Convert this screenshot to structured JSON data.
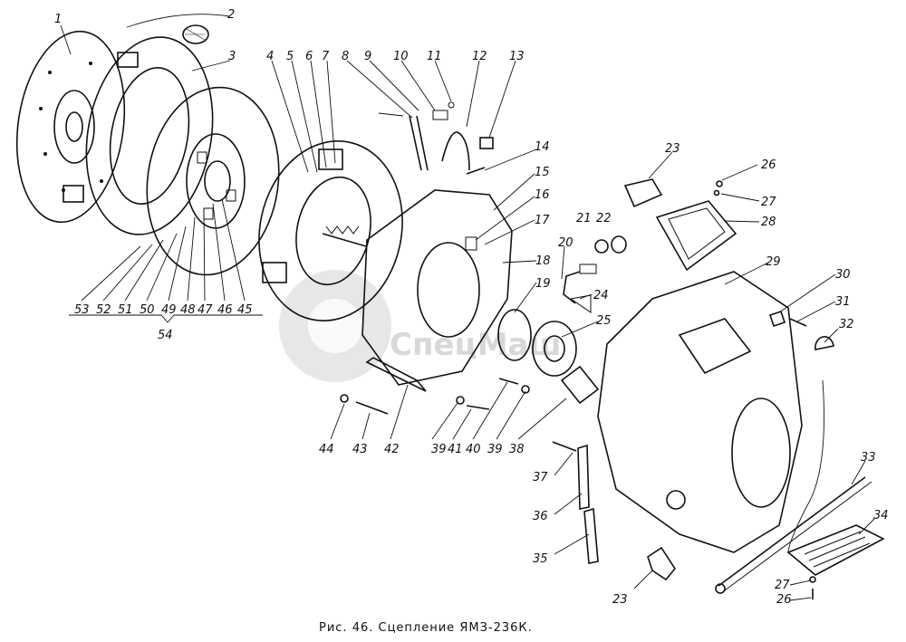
{
  "caption": "Рис. 46. Сцепление ЯМЗ-236К.",
  "watermark": "СпецМаш",
  "colors": {
    "ink": "#111111",
    "paper": "#ffffff",
    "watermark": "#d4d4d4"
  },
  "callouts": [
    "1",
    "2",
    "3",
    "4",
    "5",
    "6",
    "7",
    "8",
    "9",
    "10",
    "11",
    "12",
    "13",
    "14",
    "15",
    "16",
    "17",
    "18",
    "19",
    "20",
    "21",
    "22",
    "23",
    "23",
    "24",
    "25",
    "26",
    "26",
    "27",
    "27",
    "28",
    "29",
    "30",
    "31",
    "32",
    "33",
    "34",
    "35",
    "36",
    "37",
    "38",
    "39",
    "39",
    "40",
    "41",
    "42",
    "43",
    "44",
    "45",
    "46",
    "47",
    "48",
    "49",
    "50",
    "51",
    "52",
    "53",
    "54"
  ]
}
